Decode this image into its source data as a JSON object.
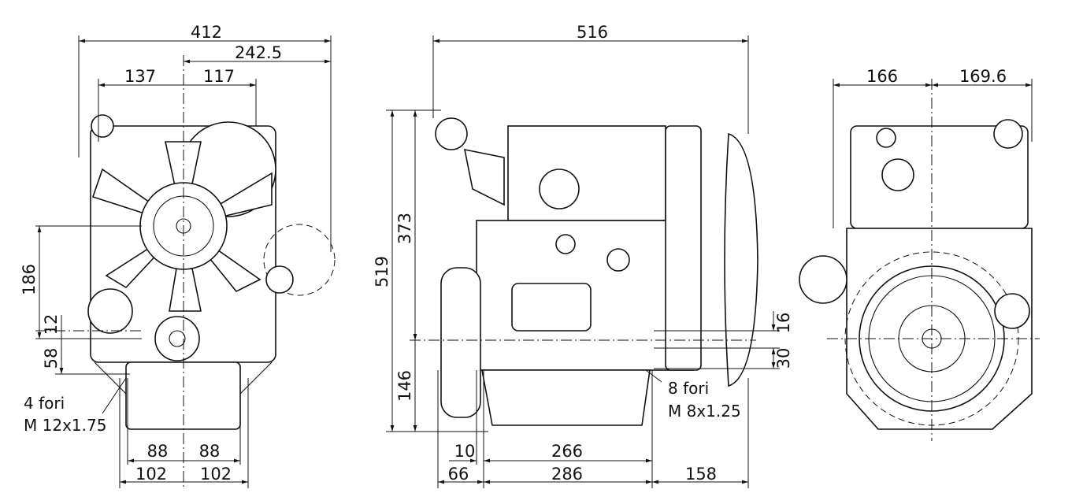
{
  "front_view": {
    "dims": {
      "overall_width": "412",
      "right_of_center": "242.5",
      "left_to_axis": "137",
      "axis_to_right": "117",
      "height_186": "186",
      "offset_12": "12",
      "offset_58": "58",
      "bottom_left_88": "88",
      "bottom_right_88": "88",
      "bottom_left_102": "102",
      "bottom_right_102": "102"
    },
    "note": {
      "line1": "4 fori",
      "line2": "M 12x1.75"
    }
  },
  "side_view": {
    "dims": {
      "overall_length": "516",
      "total_height": "519",
      "upper_height": "373",
      "lower_height": "146",
      "offset_16": "16",
      "offset_30": "30",
      "offset_10": "10",
      "span_266": "266",
      "offset_66": "66",
      "span_286": "286",
      "span_158": "158"
    },
    "note": {
      "line1": "8 fori",
      "line2": "M 8x1.25"
    }
  },
  "rear_view": {
    "dims": {
      "left_166": "166",
      "right_169_6": "169.6"
    }
  }
}
